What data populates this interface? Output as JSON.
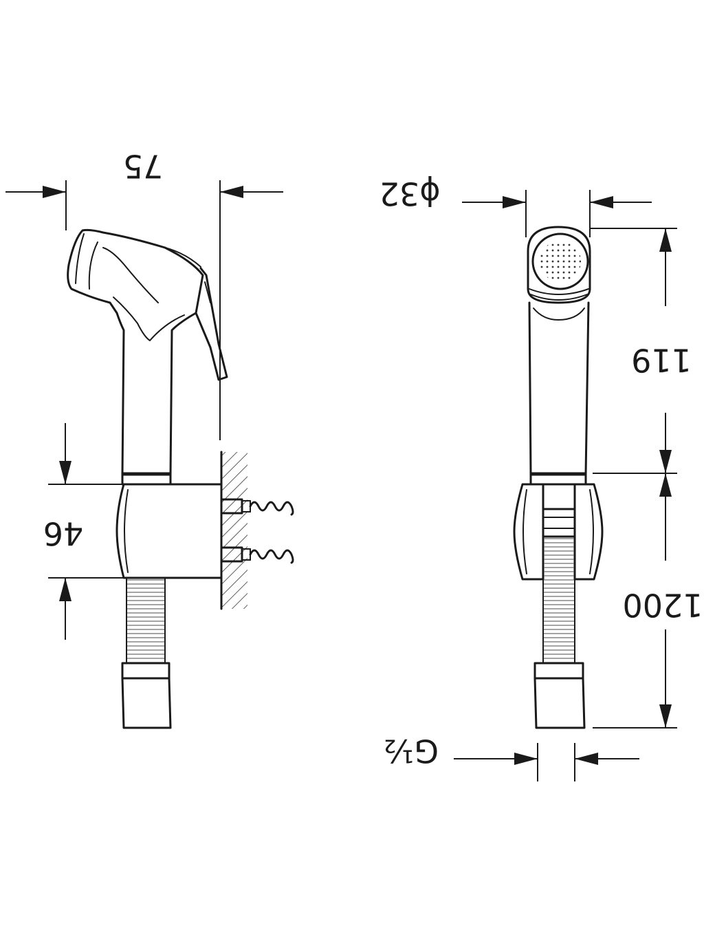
{
  "dimensions": {
    "width_side": "75",
    "diameter_head": "ϕ32",
    "height_handle": "119",
    "height_bracket": "46",
    "hose_length": "1200",
    "thread": "G½"
  },
  "views": [
    "side-view",
    "front-view"
  ],
  "colors": {
    "line": "#1a1a1a",
    "background": "#ffffff"
  }
}
